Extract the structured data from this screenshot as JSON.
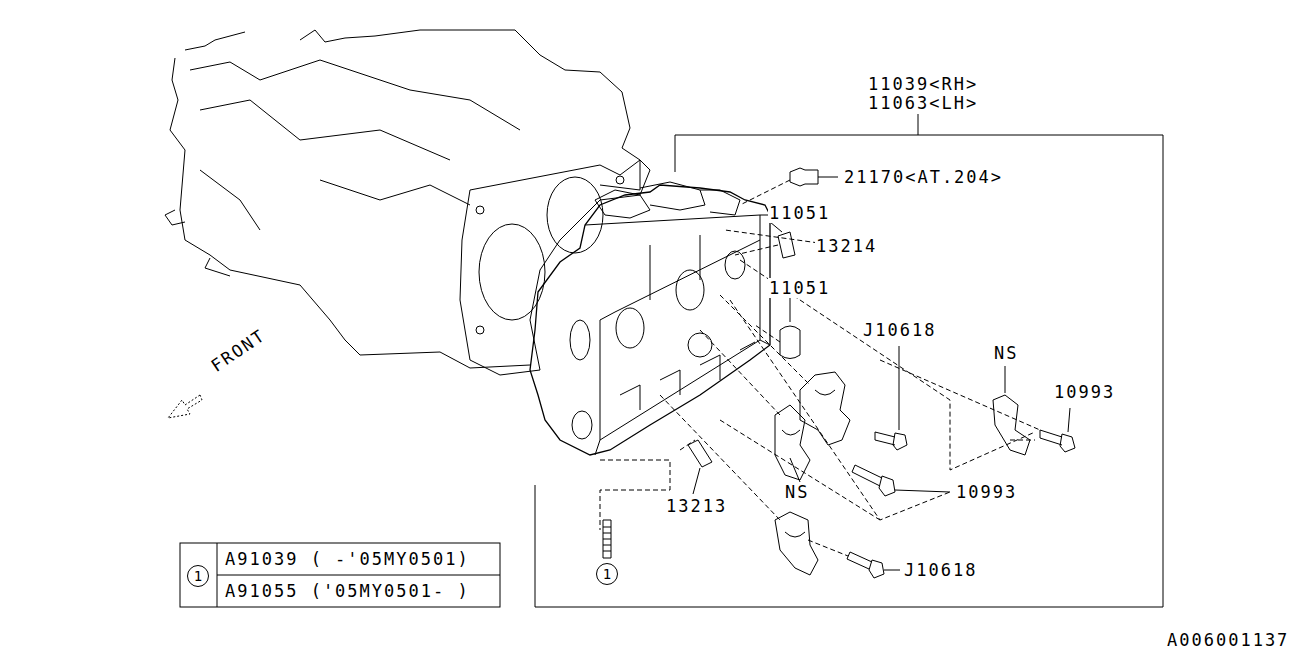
{
  "diagram": {
    "nodes": [
      {
        "text": [
          "1"
        ]
      },
      {
        "text": [
          "1"
        ]
      }
    ],
    "labels": [
      "11039<RH>",
      "11063<LH>",
      "21170<AT.204>",
      "11051",
      "13214",
      "11051",
      "J10618",
      "NS",
      "10993",
      "NS",
      "10993",
      "13213",
      "J10618",
      "A91039 ( -'05MY0501)",
      "A91055 ('05MY0501- )",
      "FRONT",
      "A006001137"
    ]
  }
}
